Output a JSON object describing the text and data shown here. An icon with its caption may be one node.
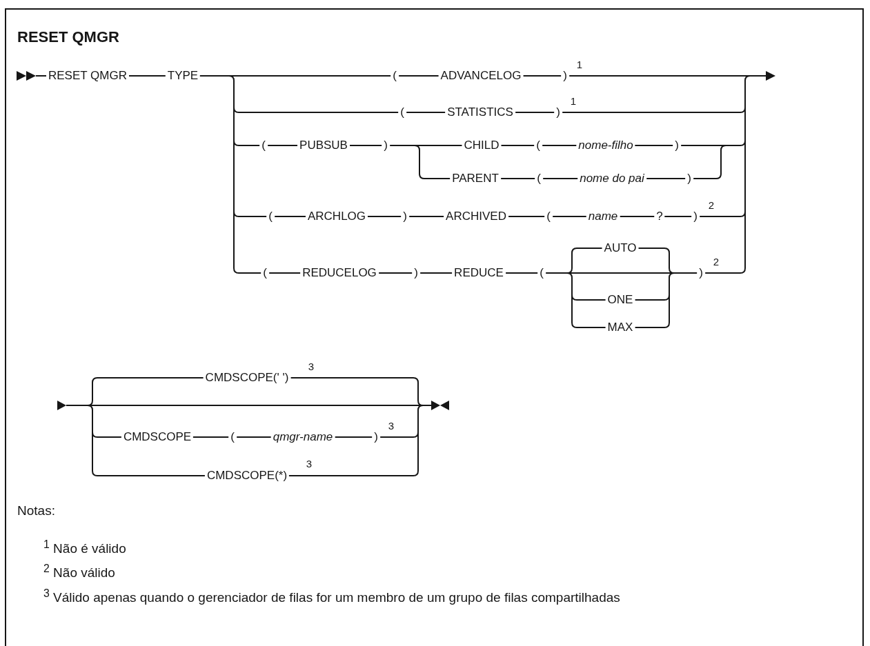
{
  "diagram": {
    "title": "RESET QMGR",
    "labels": [
      "RESET QMGR",
      "TYPE",
      "(",
      "ADVANCELOG",
      ")",
      "1",
      "(",
      "STATISTICS",
      ")",
      "1",
      "(",
      "PUBSUB",
      ")",
      "CHILD",
      "(",
      "nome-filho",
      ")",
      "PARENT",
      "(",
      "nome do pai",
      ")",
      "(",
      "ARCHLOG",
      ")",
      "ARCHIVED",
      "(",
      "name",
      "?",
      ")",
      "2",
      "AUTO",
      "(",
      "REDUCELOG",
      ")",
      "REDUCE",
      "(",
      "ONE",
      "MAX",
      ")",
      "2",
      "CMDSCOPE(' ')",
      "3",
      "CMDSCOPE",
      "(",
      "qmgr-name",
      ")",
      "3",
      "CMDSCOPE(*)",
      "3",
      "Notas:",
      "$^{1}$ Não é válido",
      "$^{2}$ Não válido",
      "$^{3}$ Válido apenas quando o gerenciador de filas for um membro de um grupo de filas compartilhadas"
    ]
  }
}
